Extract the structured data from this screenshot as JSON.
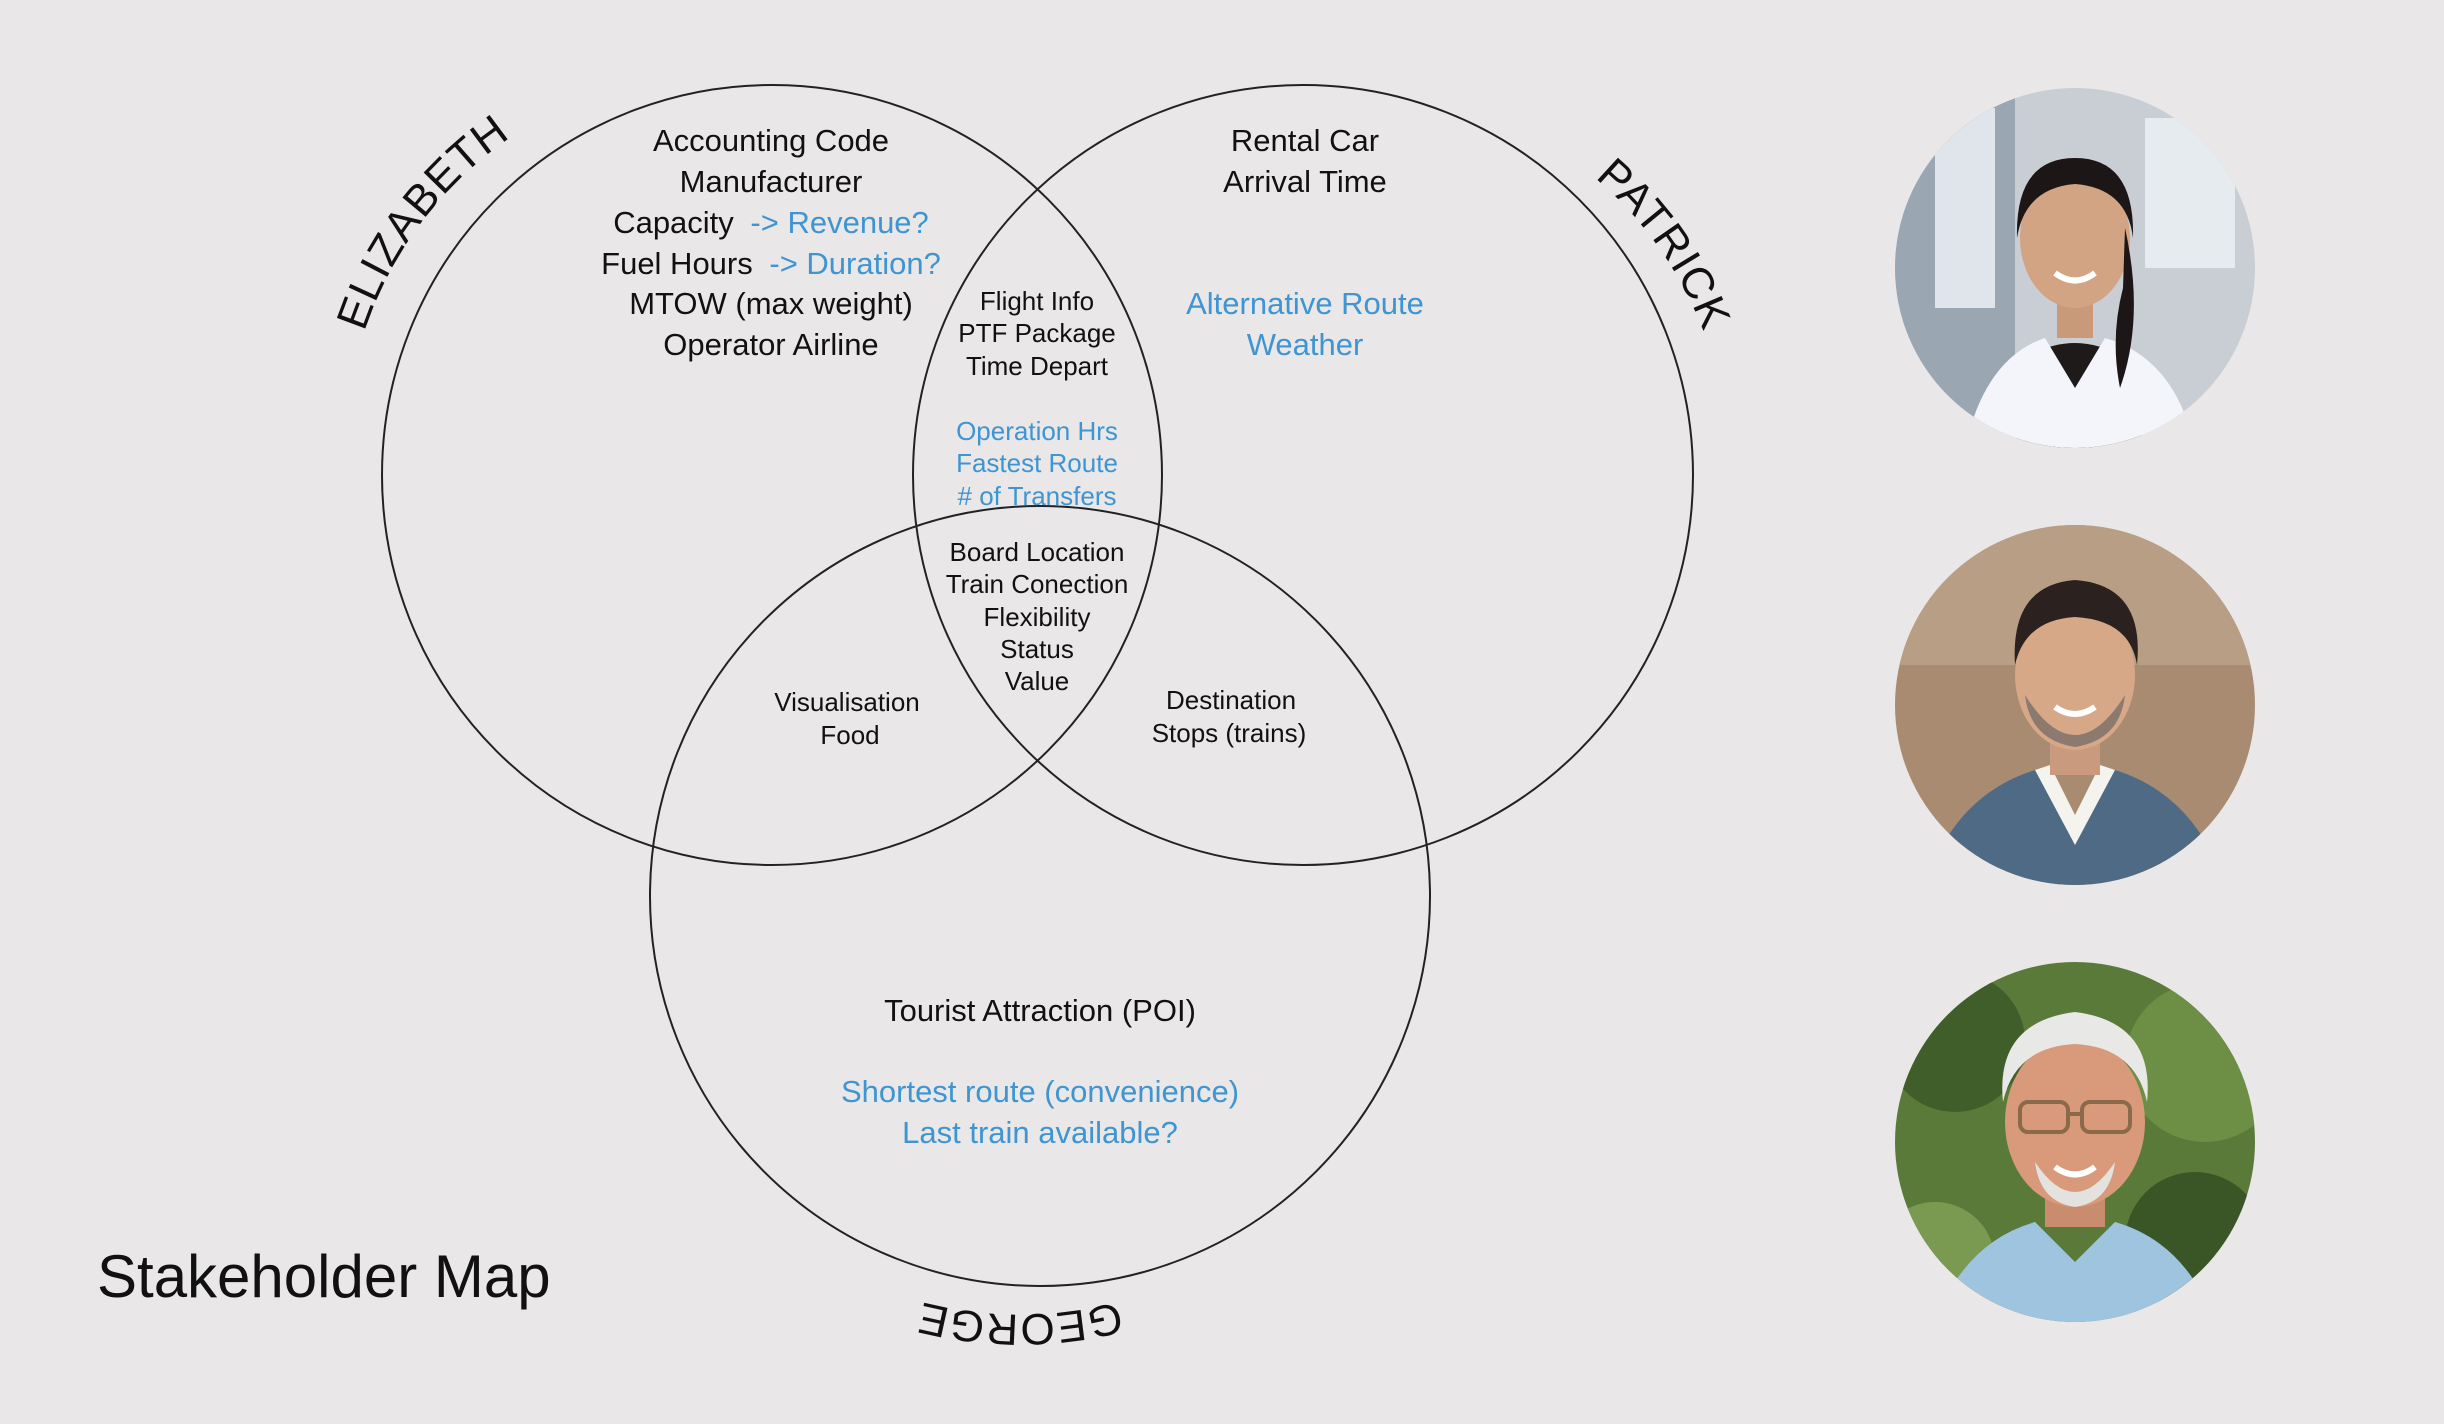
{
  "title": "Stakeholder Map",
  "colors": {
    "background": "#e9e7e7",
    "text": "#111111",
    "accent": "#3e95d1",
    "circle_stroke": "#222222"
  },
  "stakeholders": {
    "elizabeth": "ELIZABETH",
    "patrick": "PATRICK",
    "george": "GEORGE"
  },
  "regions": {
    "elizabeth_only": {
      "line1": "Accounting Code",
      "line2": "Manufacturer",
      "line3_text": "Capacity",
      "line3_accent": "-> Revenue?",
      "line4_text": "Fuel Hours",
      "line4_accent": "-> Duration?",
      "line5": "MTOW (max weight)",
      "line6": "Operator Airline"
    },
    "patrick_only": {
      "line1": "Rental Car",
      "line2": "Arrival Time",
      "accent1": "Alternative Route",
      "accent2": "Weather"
    },
    "elizabeth_patrick": {
      "line1": "Flight Info",
      "line2": "PTF Package",
      "line3": "Time Depart",
      "accent1": "Operation Hrs",
      "accent2": "Fastest Route",
      "accent3": "# of Transfers"
    },
    "all_three": {
      "line1": "Board Location",
      "line2": "Train Conection",
      "line3": "Flexibility",
      "line4": "Status",
      "line5": "Value"
    },
    "elizabeth_george": {
      "line1": "Visualisation",
      "line2": "Food"
    },
    "patrick_george": {
      "line1": "Destination",
      "line2": "Stops (trains)"
    },
    "george_only": {
      "line1": "Tourist Attraction (POI)",
      "accent1": "Shortest route (convenience)",
      "accent2": "Last train available?"
    }
  },
  "avatars": [
    {
      "name": "woman-portrait"
    },
    {
      "name": "man-portrait"
    },
    {
      "name": "older-man-portrait"
    }
  ]
}
